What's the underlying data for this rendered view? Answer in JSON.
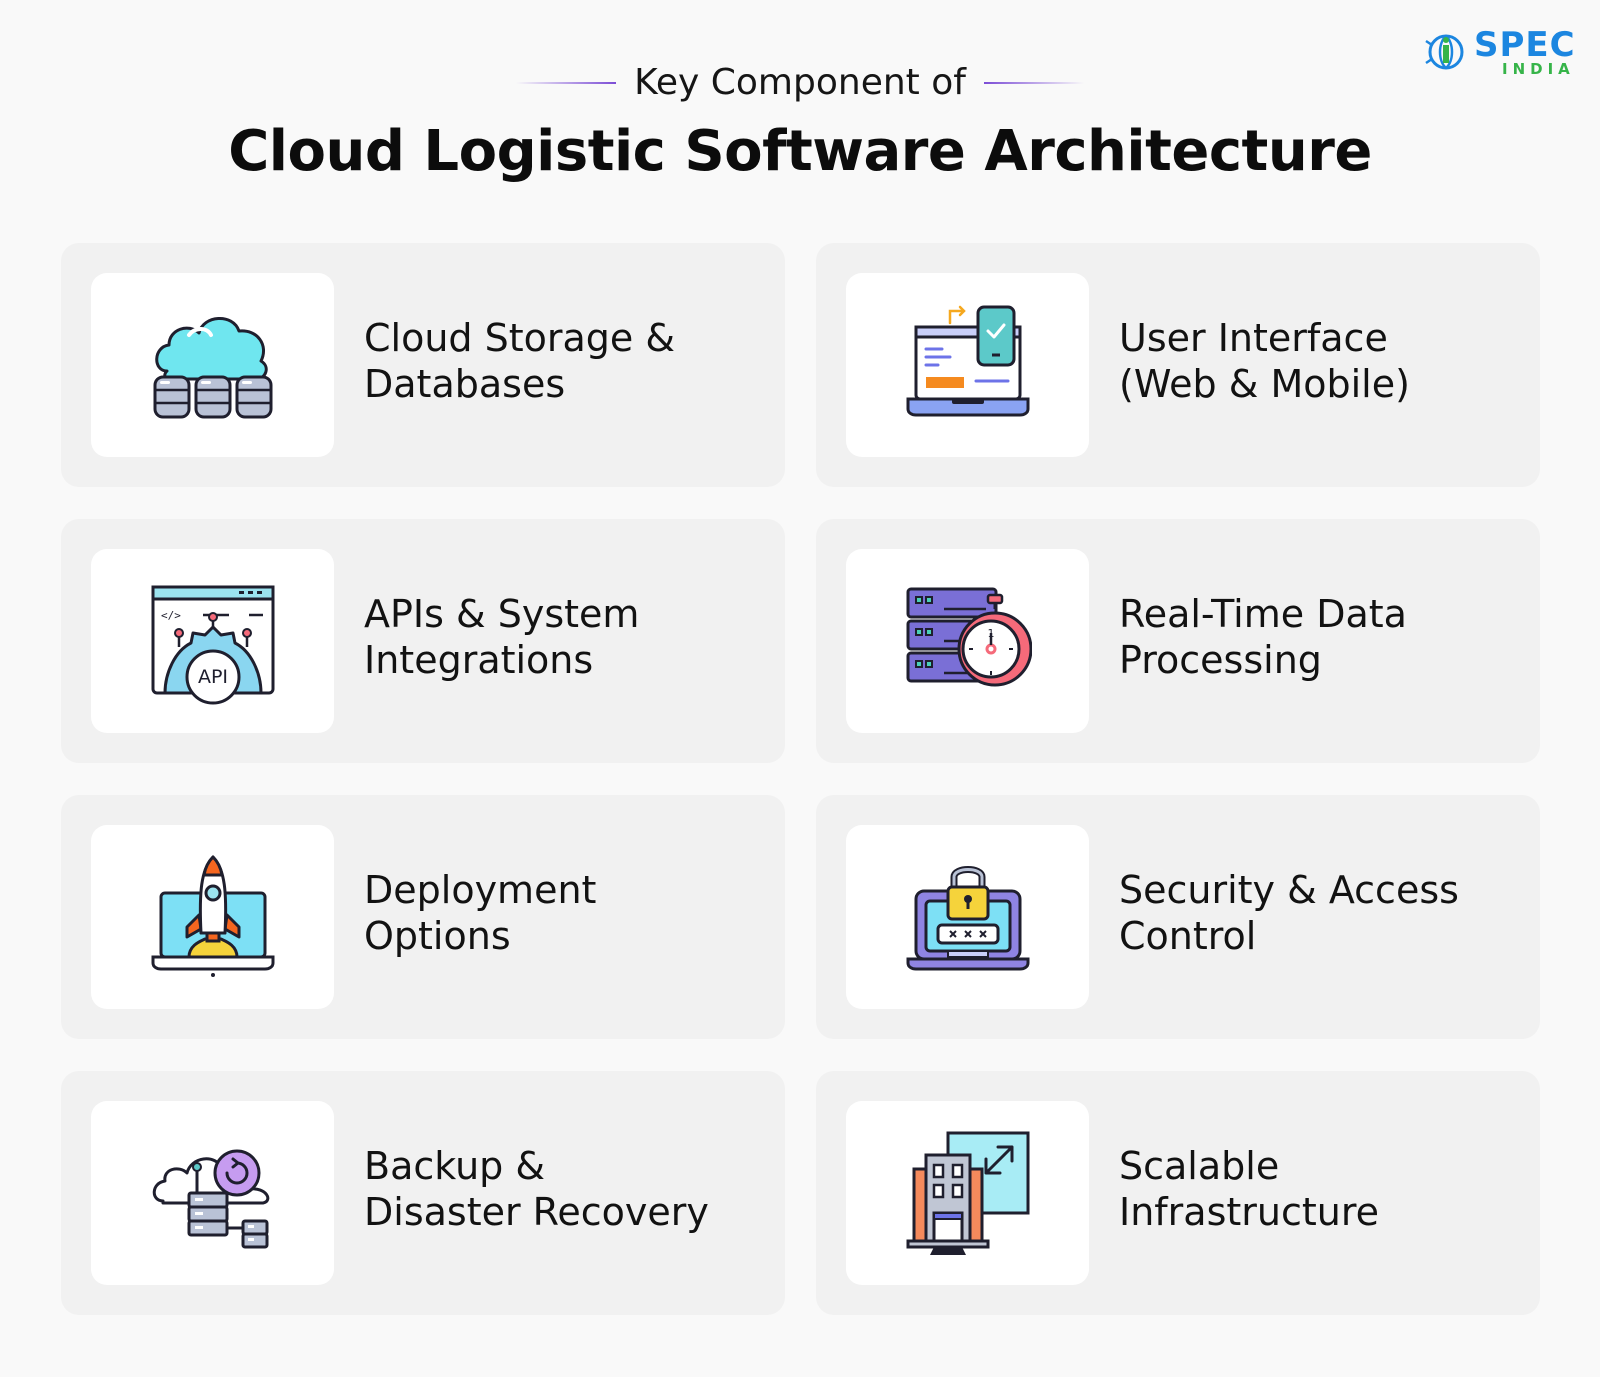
{
  "brand": {
    "name": "SPEC",
    "sub": "INDIA",
    "colors": {
      "blue": "#1c86e0",
      "green": "#36b449"
    }
  },
  "header": {
    "kicker": "Key Component of",
    "title": "Cloud Logistic Software Architecture",
    "rule_color": "#7c4dd6"
  },
  "components": [
    {
      "line1": "Cloud Storage &",
      "line2": "Databases",
      "icon": "cloud-database-icon"
    },
    {
      "line1": "User Interface",
      "line2": "(Web & Mobile)",
      "icon": "laptop-mobile-icon"
    },
    {
      "line1": "APIs & System",
      "line2": "Integrations",
      "icon": "api-gear-icon"
    },
    {
      "line1": "Real-Time Data",
      "line2": "Processing",
      "icon": "server-stopwatch-icon"
    },
    {
      "line1": "Deployment",
      "line2": "Options",
      "icon": "rocket-laptop-icon"
    },
    {
      "line1": "Security & Access",
      "line2": "Control",
      "icon": "padlock-laptop-icon"
    },
    {
      "line1": "Backup &",
      "line2": "Disaster Recovery",
      "icon": "cloud-backup-icon"
    },
    {
      "line1": "Scalable",
      "line2": "Infrastructure",
      "icon": "building-expand-icon"
    }
  ]
}
